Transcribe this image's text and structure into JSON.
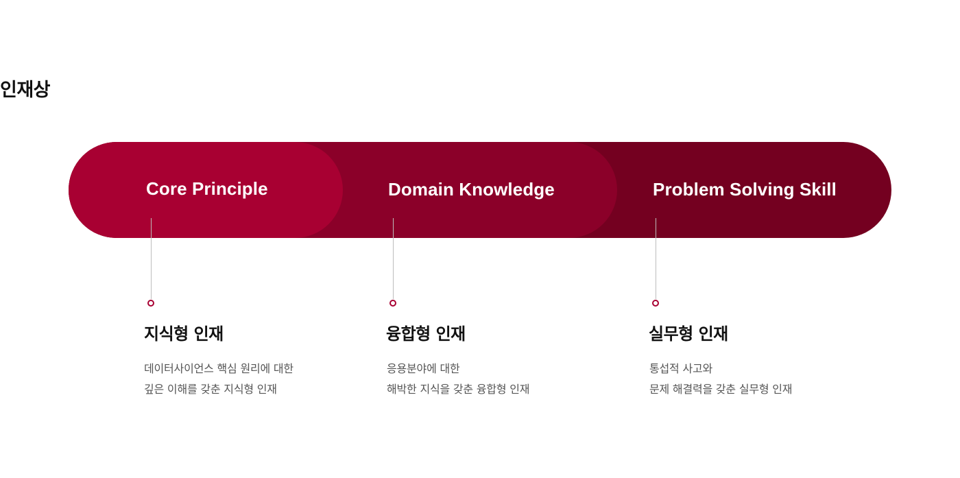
{
  "section": {
    "title": "인재상"
  },
  "pills": [
    {
      "label": "Core Principle"
    },
    {
      "label": "Domain Knowledge"
    },
    {
      "label": "Problem Solving Skill"
    }
  ],
  "cards": [
    {
      "title": "지식형 인재",
      "description": [
        "데이터사이언스 핵심 원리에 대한",
        "깊은 이해를 갖춘 지식형 인재"
      ]
    },
    {
      "title": "융합형 인재",
      "description": [
        "응용분야에 대한",
        "해박한 지식을 갖춘 융합형 인재"
      ]
    },
    {
      "title": "실무형 인재",
      "description": [
        "통섭적 사고와",
        "문제 해결력을 갖춘 실무형 인재"
      ]
    }
  ],
  "colors": {
    "pill_core": "#a80032",
    "pill_domain": "#8b0029",
    "pill_problem": "#740020",
    "dot_accent": "#a80032"
  }
}
